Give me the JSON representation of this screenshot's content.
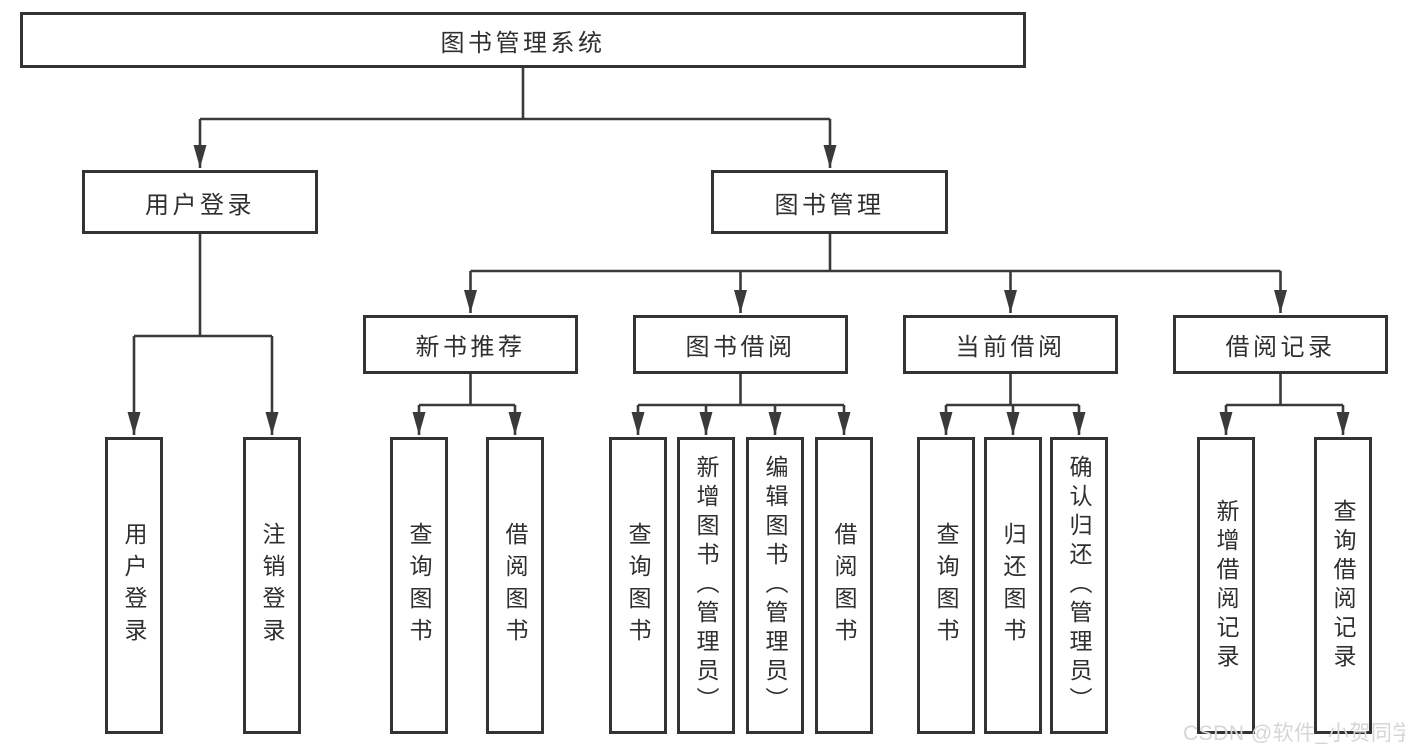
{
  "tree": {
    "label": "图书管理系统",
    "children": [
      {
        "label": "用户登录",
        "children": [
          {
            "label": "用户登录"
          },
          {
            "label": "注销登录"
          }
        ]
      },
      {
        "label": "图书管理",
        "children": [
          {
            "label": "新书推荐",
            "children": [
              {
                "label": "查询图书"
              },
              {
                "label": "借阅图书"
              }
            ]
          },
          {
            "label": "图书借阅",
            "children": [
              {
                "label": "查询图书"
              },
              {
                "label": "新增图书（管理员）"
              },
              {
                "label": "编辑图书（管理员）"
              },
              {
                "label": "借阅图书"
              }
            ]
          },
          {
            "label": "当前借阅",
            "children": [
              {
                "label": "查询图书"
              },
              {
                "label": "归还图书"
              },
              {
                "label": "确认归还（管理员）"
              }
            ]
          },
          {
            "label": "借阅记录",
            "children": [
              {
                "label": "新增借阅记录"
              },
              {
                "label": "查询借阅记录"
              }
            ]
          }
        ]
      }
    ]
  },
  "watermark": {
    "text": "CSDN @软件_小贺同学"
  },
  "colors": {
    "line": "#3a3a3a",
    "border": "#333333",
    "text": "#2f2f2f",
    "watermark": "#d6d6d6",
    "background": "#ffffff"
  }
}
